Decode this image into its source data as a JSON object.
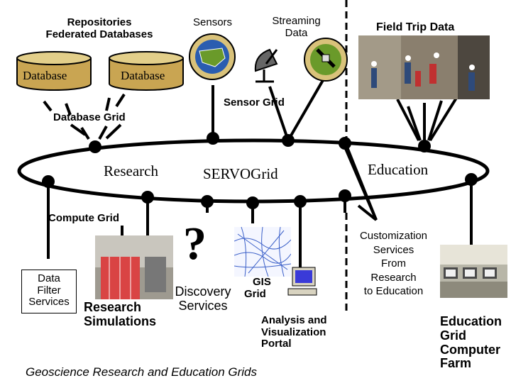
{
  "labels": {
    "repositories": "Repositories",
    "federated": "Federated Databases",
    "database_left": "Database",
    "database_right": "Database",
    "sensors": "Sensors",
    "streaming1": "Streaming",
    "streaming2": "Data",
    "field_trip": "Field Trip Data",
    "sensor_grid": "Sensor Grid",
    "database_grid": "Database Grid",
    "research": "Research",
    "servogrid": "SERVOGrid",
    "education": "Education",
    "compute_grid": "Compute Grid",
    "question": "?",
    "custom1": "Customization",
    "custom2": "Services",
    "custom3": "From",
    "custom4": "Research",
    "custom5": "to Education",
    "data_filter1": "Data",
    "data_filter2": "Filter",
    "data_filter3": "Services",
    "research_sim1": "Research",
    "research_sim2": "Simulations",
    "discovery1": "Discovery",
    "discovery2": "Services",
    "gis1": "GIS",
    "gis2": "Grid",
    "analysis1": "Analysis and",
    "analysis2": "Visualization",
    "analysis3": "Portal",
    "edu_farm1": "Education",
    "edu_farm2": "Grid",
    "edu_farm3": "Computer",
    "edu_farm4": "Farm",
    "caption": "Geoscience Research and Education Grids"
  },
  "icons": {
    "database_cylinder": "database-cylinder-icon",
    "sensor_globe": "sensor-globe-icon",
    "satellite": "satellite-icon",
    "computer": "computer-monitor-icon",
    "photo": "photo-icon"
  },
  "colors": {
    "db_fill": "#ccaa55",
    "db_top": "#e3cf8a",
    "globe_blue": "#2a5db0",
    "globe_green": "#6a9a2a",
    "screen_blue": "#3a3ad8",
    "node": "#000000"
  }
}
